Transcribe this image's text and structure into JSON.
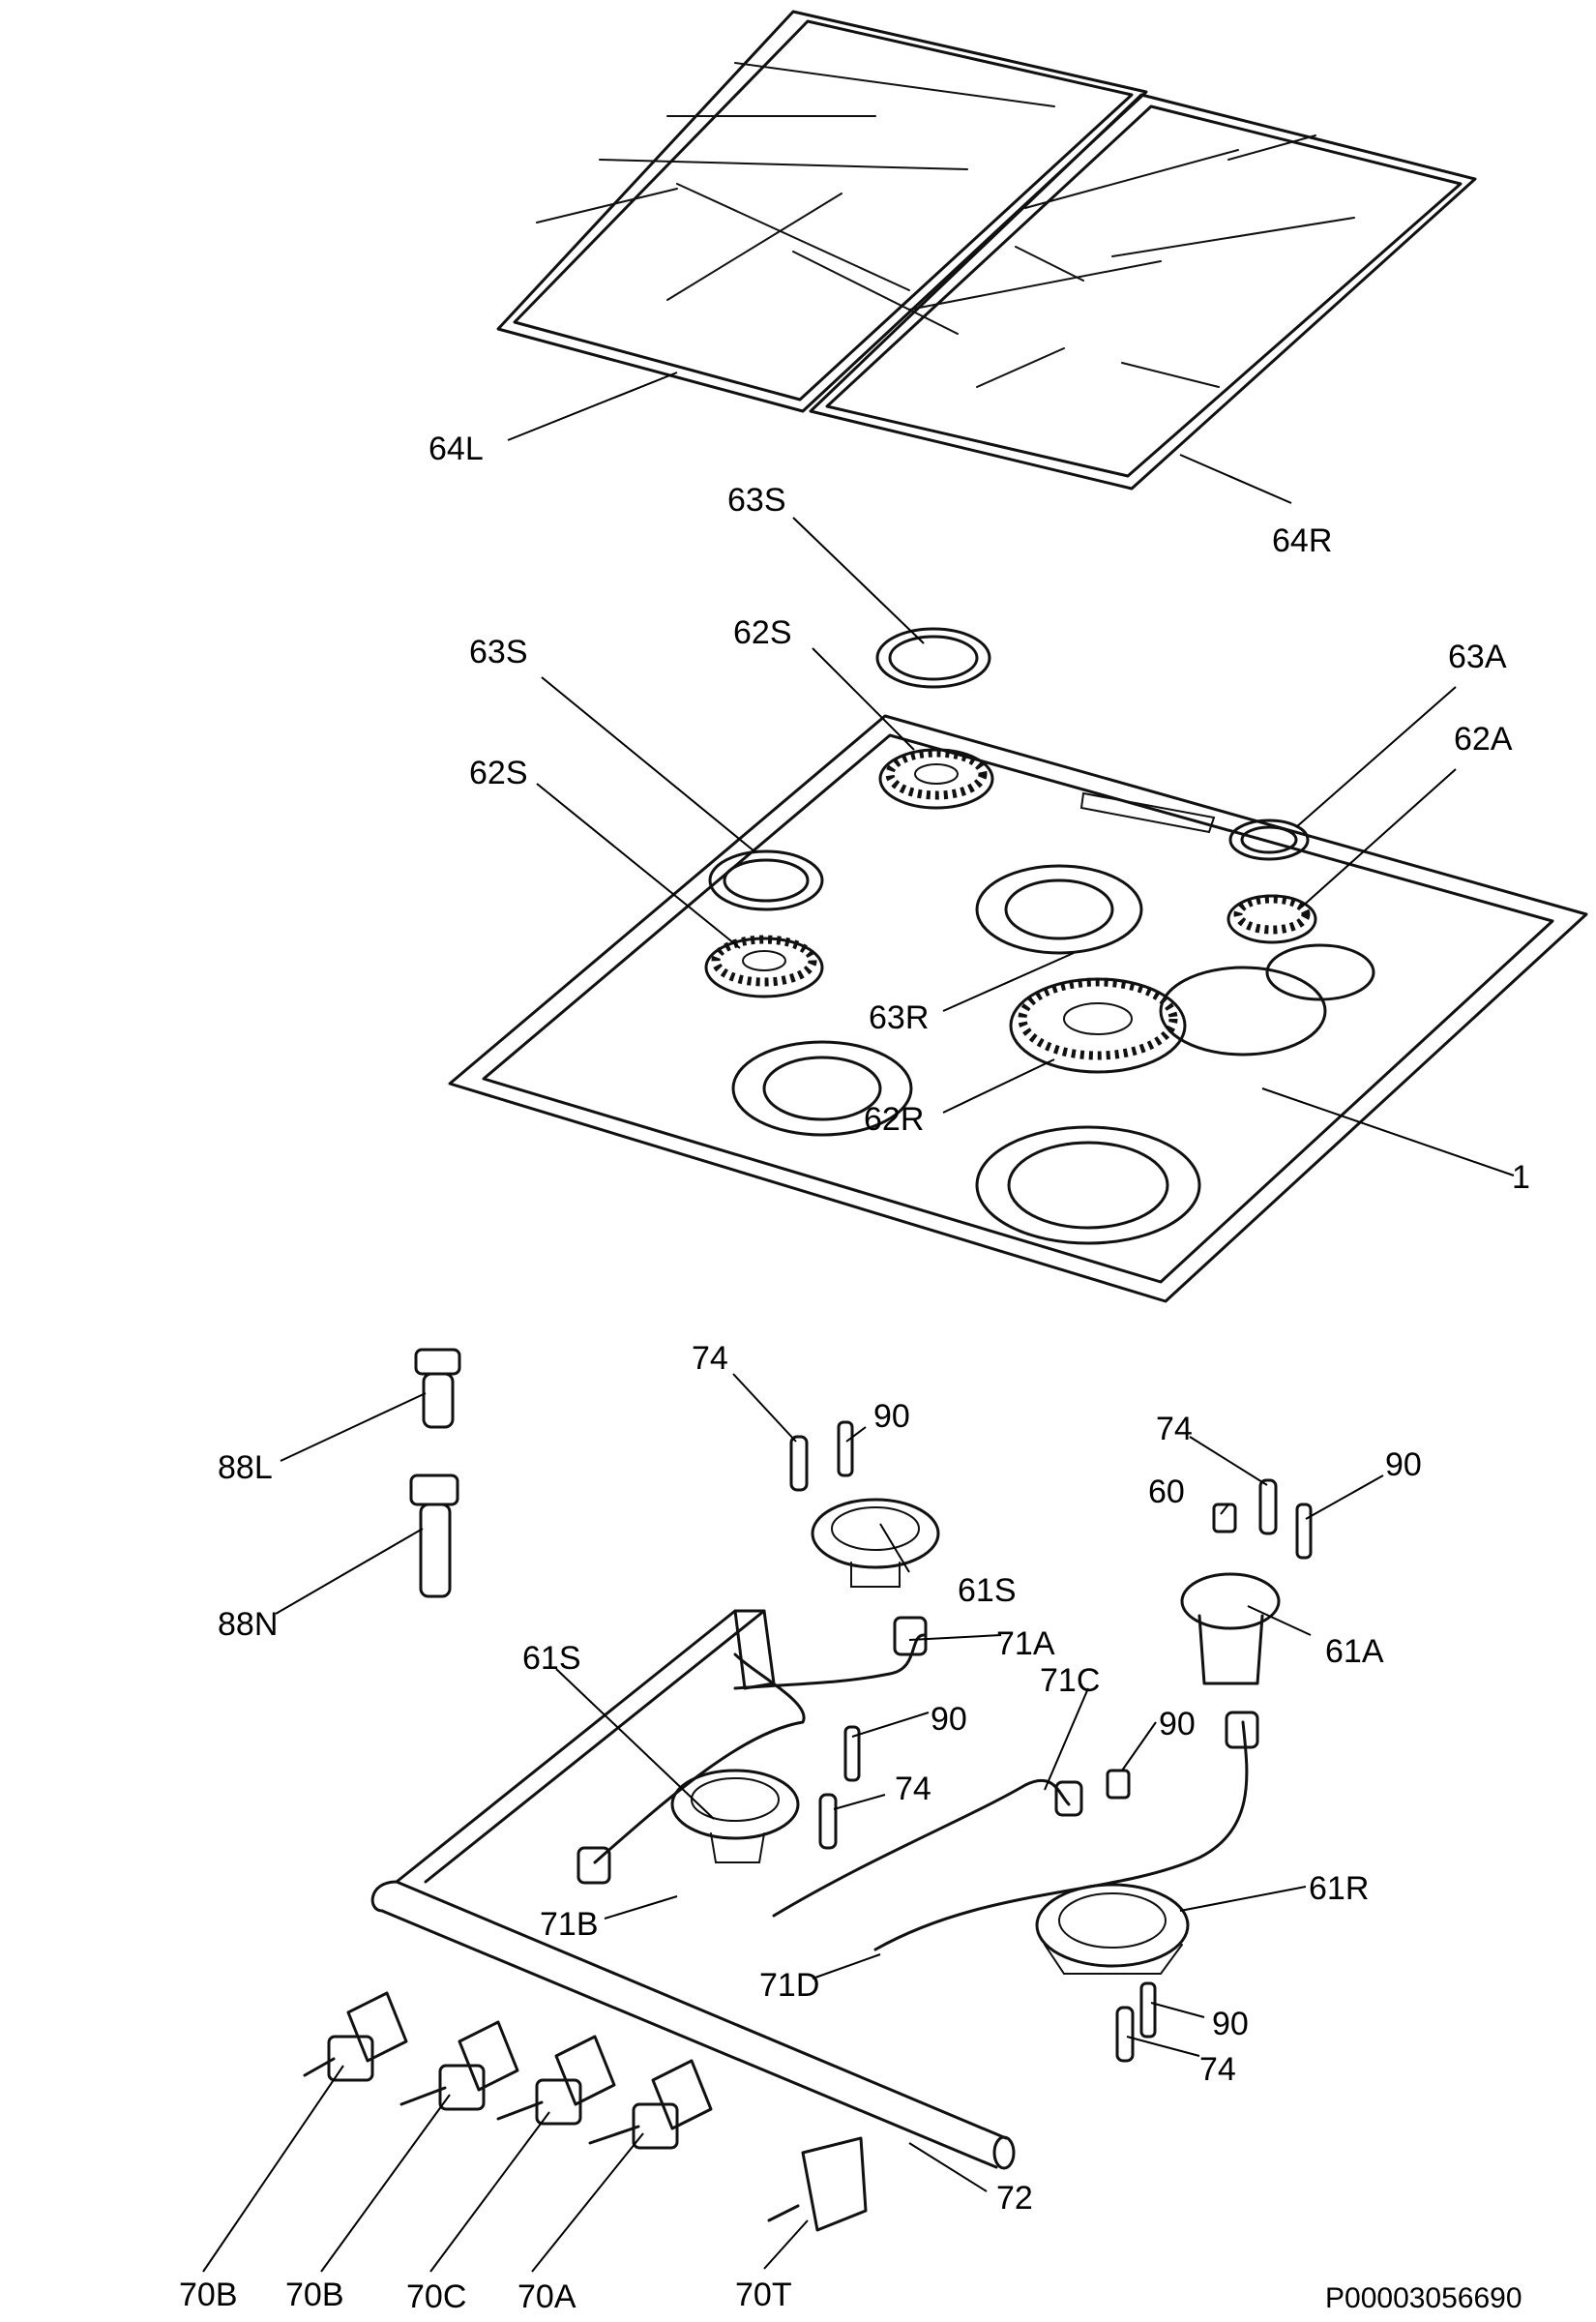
{
  "document_id": "P00003056690",
  "labels": {
    "grid_left": "64L",
    "grid_right": "64R",
    "cap_top": "63S",
    "cap_left": "63S",
    "burner_top": "62S",
    "burner_left": "62S",
    "cap_aux": "63A",
    "burner_aux": "62A",
    "cap_rapid": "63R",
    "burner_rapid": "62R",
    "hob": "1",
    "nozzle_lpg": "88L",
    "nozzle_ng": "88N",
    "thermo_1": "74",
    "spark_1": "90",
    "thermo_2": "74",
    "spark_2": "90",
    "injector": "60",
    "base_semirapid_1": "61S",
    "base_aux": "61A",
    "base_semirapid_2": "61S",
    "pipe_71a": "71A",
    "pipe_71c": "71C",
    "spark_3": "90",
    "thermo_3": "74",
    "spark_4": "90",
    "base_rapid": "61R",
    "pipe_71b": "71B",
    "pipe_71d": "71D",
    "spark_5": "90",
    "thermo_4": "74",
    "manifold": "72",
    "tap_70b_1": "70B",
    "tap_70b_2": "70B",
    "tap_70c": "70C",
    "tap_70a": "70A",
    "tap_70t": "70T"
  }
}
